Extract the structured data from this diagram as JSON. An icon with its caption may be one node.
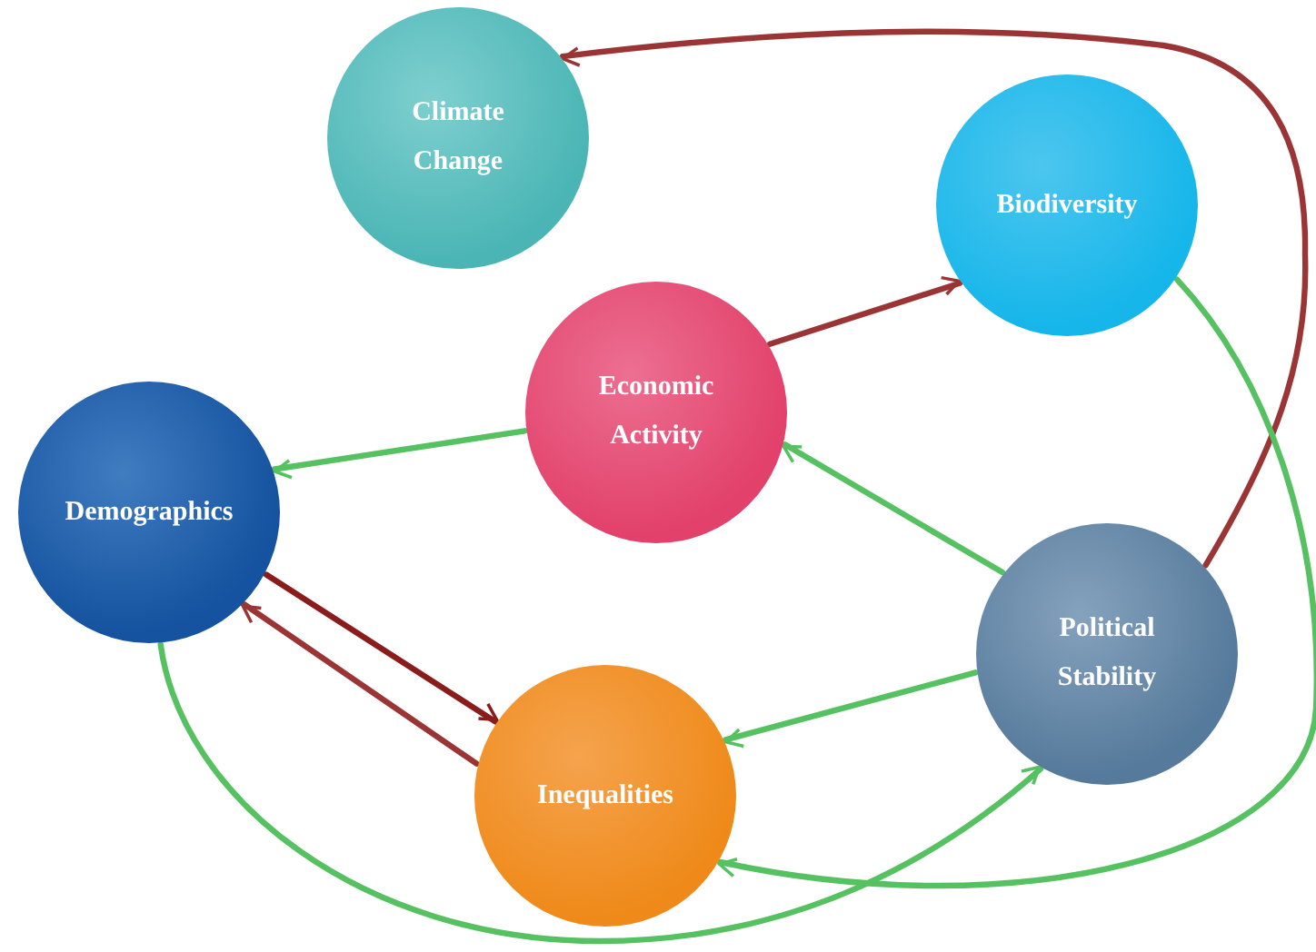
{
  "diagram": {
    "nodes": [
      {
        "text": [
          "Climate Change"
        ]
      },
      {
        "text": [
          "Biodiversity"
        ]
      },
      {
        "text": [
          "Economic Activity"
        ]
      },
      {
        "text": [
          "Demographics"
        ]
      },
      {
        "text": [
          "Political Stability"
        ]
      },
      {
        "text": [
          "Inequalities"
        ]
      }
    ],
    "edges": [
      {
        "from": 4,
        "to": 0,
        "arrow": "to",
        "color": "#9b3535"
      },
      {
        "from": 2,
        "to": 1,
        "arrow": "to",
        "color": "#9b3535"
      },
      {
        "from": 1,
        "to": 5,
        "arrow": "to"
      },
      {
        "from": 2,
        "to": 3,
        "arrow": "to"
      },
      {
        "from": 4,
        "to": 2,
        "arrow": "to"
      },
      {
        "from": 4,
        "to": 5,
        "arrow": "to"
      },
      {
        "from": 3,
        "to": 5,
        "arrow": "to",
        "color": "#8b1c1c"
      },
      {
        "from": 5,
        "to": 3,
        "arrow": "to",
        "color": "#9b3535"
      },
      {
        "from": 3,
        "to": 4,
        "arrow": "to"
      }
    ]
  }
}
